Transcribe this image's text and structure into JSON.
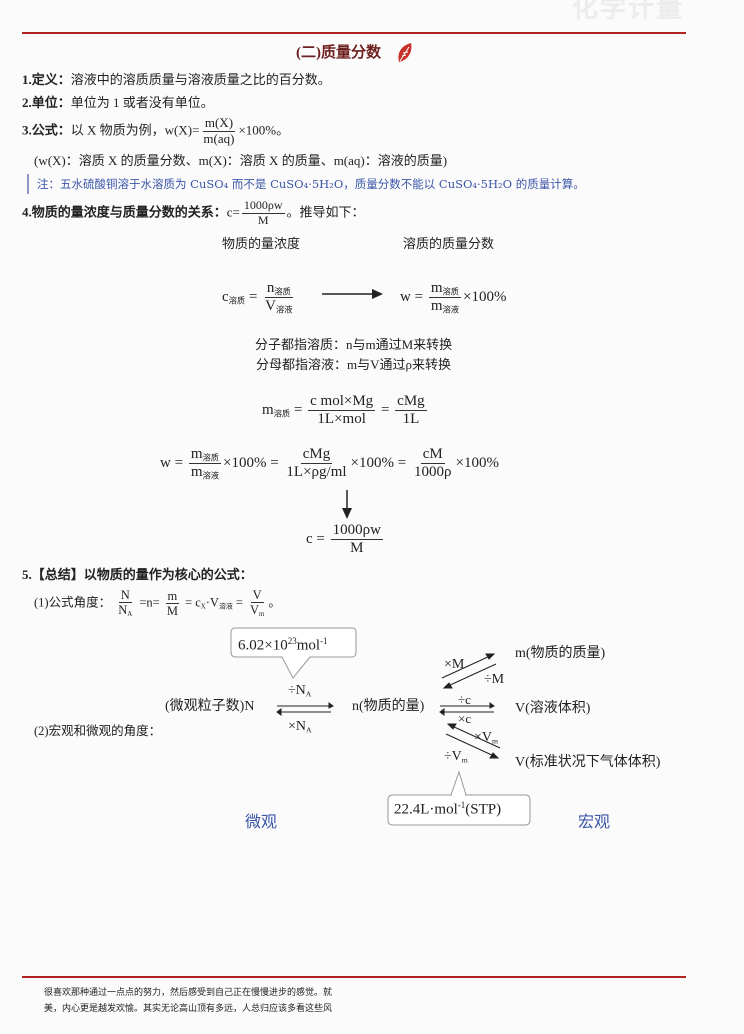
{
  "header": {
    "watermark": "化学计量",
    "title": "(二)质量分数",
    "accent": "#b3221f",
    "leaf_icon": "leaf-icon"
  },
  "s1": {
    "label": "1.定义：",
    "text": "溶液中的溶质质量与溶液质量之比的百分数。"
  },
  "s2": {
    "label": "2.单位：",
    "text": "单位为 1 或者没有单位。"
  },
  "s3": {
    "label": "3.公式：",
    "text": "以 X 物质为例，w(X)=",
    "num": "m(X)",
    "den": "m(aq)",
    "tail": "×100%。"
  },
  "s3_note": "(w(X)：溶质 X 的质量分数、m(X)：溶质 X 的质量、m(aq)：溶液的质量)",
  "note": {
    "text": "注：五水硫酸铜溶于水溶质为 CuSO₄ 而不是 CuSO₄·5H₂O，质量分数不能以 CuSO₄·5H₂O 的质量计算。"
  },
  "s4": {
    "label": "4.物质的量浓度与质量分数的关系：",
    "pre": "c=",
    "num": "1000ρw",
    "den": "M",
    "tail": "。推导如下："
  },
  "derive": {
    "h1": "物质的量浓度",
    "h2": "溶质的质量分数",
    "c_lhs": "c",
    "solute": "溶质",
    "solution": "溶液",
    "eq": "=",
    "n": "n",
    "V": "V",
    "w": "w",
    "m": "m",
    "x100": "×100%",
    "line1": "分子都指溶质：n与m通过M来转换",
    "line2": "分母都指溶液：m与V通过ρ来转换",
    "m_num": "c  mol×Mg",
    "m_den": "1L×mol",
    "m_num2": "cMg",
    "m_den2": "1L",
    "w_num2": "cMg",
    "w_den2": "1L×ρg/ml",
    "w_num3": "cM",
    "w_den3": "1000ρ",
    "c_num": "1000ρw",
    "c_den": "M",
    "c": "c"
  },
  "s5": {
    "label": "5.【总结】以物质的量作为核心的公式：",
    "p1_label": "(1)公式角度：",
    "N": "N",
    "NA": "N",
    "A": "A",
    "n_eq": "=n=",
    "m": "m",
    "M": "M",
    "cx": "= c",
    "x": "X",
    "dotV": "·V",
    "solution": "溶液",
    "V": "V",
    "Vm": "V",
    "msub": "m",
    "end": "。",
    "p2_label": "(2)宏观和微观的角度：",
    "bubble1": "6.02×10",
    "bubble1_sup": "23",
    "bubble1_unit": "mol",
    "bubble1_exp": "-1",
    "divNA": "÷N",
    "mulNA": "×N",
    "micro_N": "(微观粒子数)N",
    "n_amount": "n(物质的量)",
    "mulM": "×M",
    "divM": "÷M",
    "divc": "÷c",
    "mulc": "×c",
    "mulVm": "×V",
    "divVm": "÷V",
    "m_mass": "m(物质的质量)",
    "V_sol": "V(溶液体积)",
    "V_gas": "V(标准状况下气体体积)",
    "bubble2": "22.4L·mol",
    "bubble2_exp": "-1",
    "bubble2_tail": "(STP)",
    "micro": "微观",
    "macro": "宏观"
  },
  "footer": {
    "line1": "很喜欢那种通过一点点的努力，然后感受到自己正在慢慢进步的感觉。就",
    "line2": "美，内心更是越发欢愉。其实无论高山顶有多远，人总归应该多看这些风"
  }
}
